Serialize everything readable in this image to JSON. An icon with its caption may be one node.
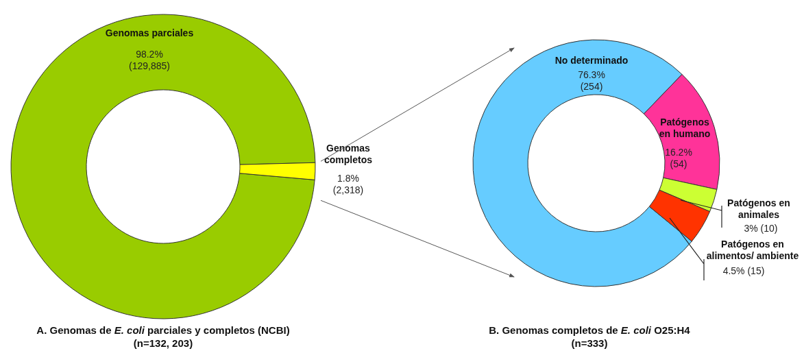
{
  "diagram": {
    "nodes": [
      {
        "text": [],
        "shape": "wedge"
      },
      {
        "text": [],
        "shape": "circle"
      }
    ],
    "edges": [
      {
        "from": 0,
        "to": 1,
        "arrow": "to"
      },
      {
        "from": 0,
        "to": 1,
        "arrow": "to"
      }
    ],
    "chart_data": [
      {
        "type": "donut",
        "title": "A. Genomas de *E. coli* parciales y completos (NCBI) (n=132, 203)",
        "categories": [
          "Genomas parciales",
          "Genomas completos"
        ],
        "series": [
          {
            "name": null,
            "color": null,
            "values": [
              98.2,
              1.8
            ]
          }
        ],
        "colors": [
          "#99cc00",
          "#ffff00"
        ],
        "value_labels": [
          "98.2% (129,885)",
          "1.8% (2,318)"
        ]
      },
      {
        "type": "donut",
        "title": "B. Genomas completos de *E. coli* O25:H4 (n=333)",
        "categories": [
          "No determinado",
          "Patógenos en humano",
          "Patógenos en animales",
          "Patógenos en alimentos/ ambiente"
        ],
        "series": [
          {
            "name": null,
            "color": null,
            "values": [
              76.3,
              16.2,
              3,
              4.5
            ]
          }
        ],
        "colors": [
          "#66ccff",
          "#ff3399",
          "#ccff33",
          "#ff3300"
        ],
        "value_labels": [
          "76.3% (254)",
          "16.2% (54)",
          "3% (10)",
          "4.5% (15)"
        ]
      }
    ]
  }
}
